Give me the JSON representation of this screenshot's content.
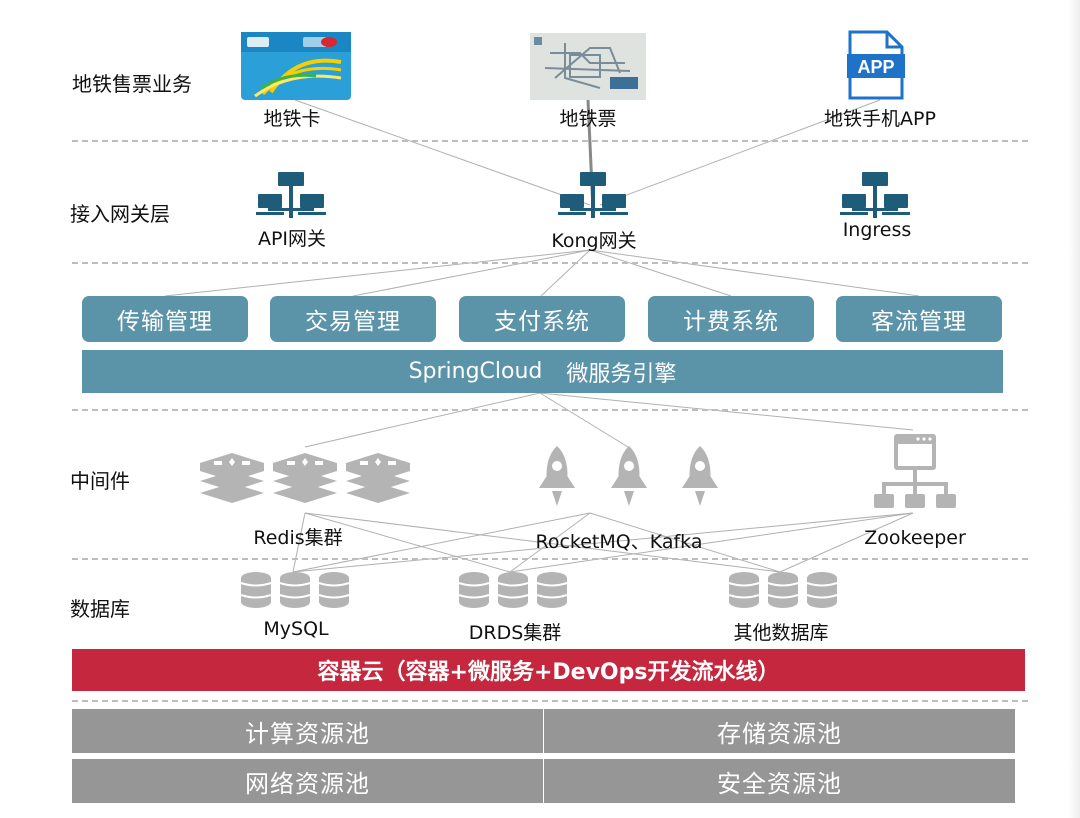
{
  "layers": {
    "ticketing": "地铁售票业务",
    "gateway": "接入网关层",
    "middleware": "中间件",
    "database": "数据库"
  },
  "ticketing": {
    "card": "地铁卡",
    "ticket": "地铁票",
    "app": "地铁手机APP",
    "app_badge": "APP"
  },
  "gateway": {
    "api": "API网关",
    "kong": "Kong网关",
    "ingress": "Ingress"
  },
  "services": [
    "传输管理",
    "交易管理",
    "支付系统",
    "计费系统",
    "客流管理"
  ],
  "engine": {
    "name": "SpringCloud",
    "label": "微服务引擎"
  },
  "middleware": {
    "redis": "Redis集群",
    "mq": "RocketMQ、Kafka",
    "zk": "Zookeeper"
  },
  "database": {
    "mysql": "MySQL",
    "drds": "DRDS集群",
    "other": "其他数据库"
  },
  "container_cloud": "容器云（容器+微服务+DevOps开发流水线）",
  "pools": [
    "计算资源池",
    "存储资源池",
    "网络资源池",
    "安全资源池"
  ],
  "colors": {
    "service_blue": "#5b93a9",
    "container_red": "#c5283e",
    "pool_gray": "#969696",
    "icon_teal": "#1f5c7a",
    "icon_gray": "#b4b4b4"
  }
}
